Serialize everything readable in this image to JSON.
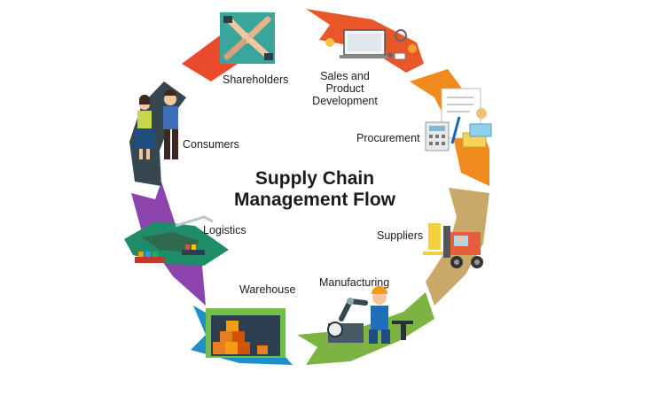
{
  "title": {
    "line1": "Supply Chain",
    "line2": "Management Flow"
  },
  "stages": {
    "shareholders": "Shareholders",
    "sales_line1": "Sales and",
    "sales_line2": "Product",
    "sales_line3": "Development",
    "procurement": "Procurement",
    "suppliers": "Suppliers",
    "manufacturing": "Manufacturing",
    "warehouse": "Warehouse",
    "logistics": "Logistics",
    "consumers": "Consumers"
  },
  "colors": {
    "shareholders": "#e94a2b",
    "sales": "#e8572a",
    "procurement": "#f08a1c",
    "suppliers": "#c9a96a",
    "manufacturing": "#7cb342",
    "warehouse": "#1f8ec9",
    "logistics": "#8e44ad",
    "consumers": "#37474f"
  },
  "icons": {
    "shareholders": "handshake-hands-icon",
    "sales": "laptop-gears-icon",
    "procurement": "documents-calculator-icon",
    "suppliers": "forklift-icon",
    "manufacturing": "worker-robot-arm-icon",
    "warehouse": "warehouse-boxes-icon",
    "logistics": "cargo-ship-map-icon",
    "consumers": "couple-people-icon"
  }
}
